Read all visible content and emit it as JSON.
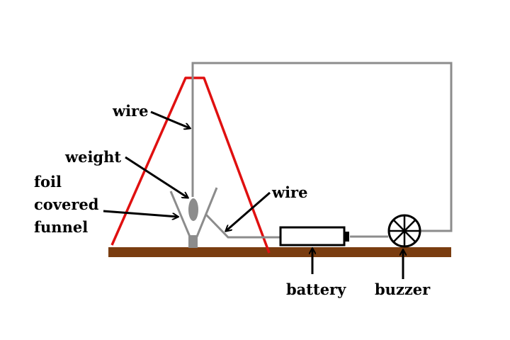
{
  "labels": {
    "wire_top": "wire",
    "weight": "weight",
    "foil_line1": "foil",
    "foil_line2": "covered",
    "foil_line3": "funnel",
    "wire_right": "wire",
    "battery": "battery",
    "buzzer": "buzzer"
  },
  "colors": {
    "stand": "#e01010",
    "wire": "#8c8c8c",
    "base": "#7a3d10",
    "arrow": "#000000"
  }
}
